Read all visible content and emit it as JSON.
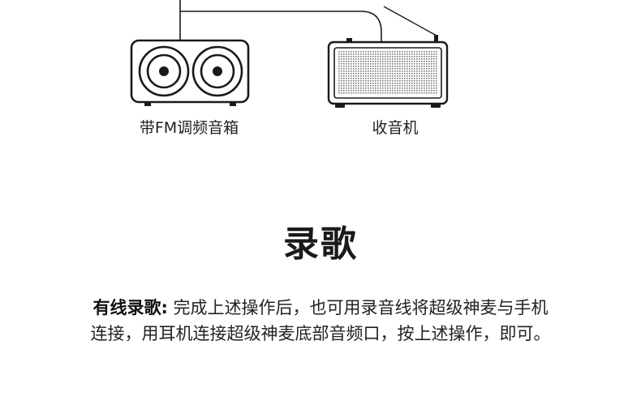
{
  "diagram": {
    "speaker_label": "带FM调频音箱",
    "radio_label": "收音机"
  },
  "section": {
    "title": "录歌"
  },
  "description": {
    "lead": "有线录歌:",
    "body": " 完成上述操作后，也可用录音线将超级神麦与手机连接，用耳机连接超级神麦底部音频口，按上述操作，即可。"
  },
  "colors": {
    "line": "#1a1a1a",
    "text": "#222222",
    "background": "#ffffff"
  }
}
